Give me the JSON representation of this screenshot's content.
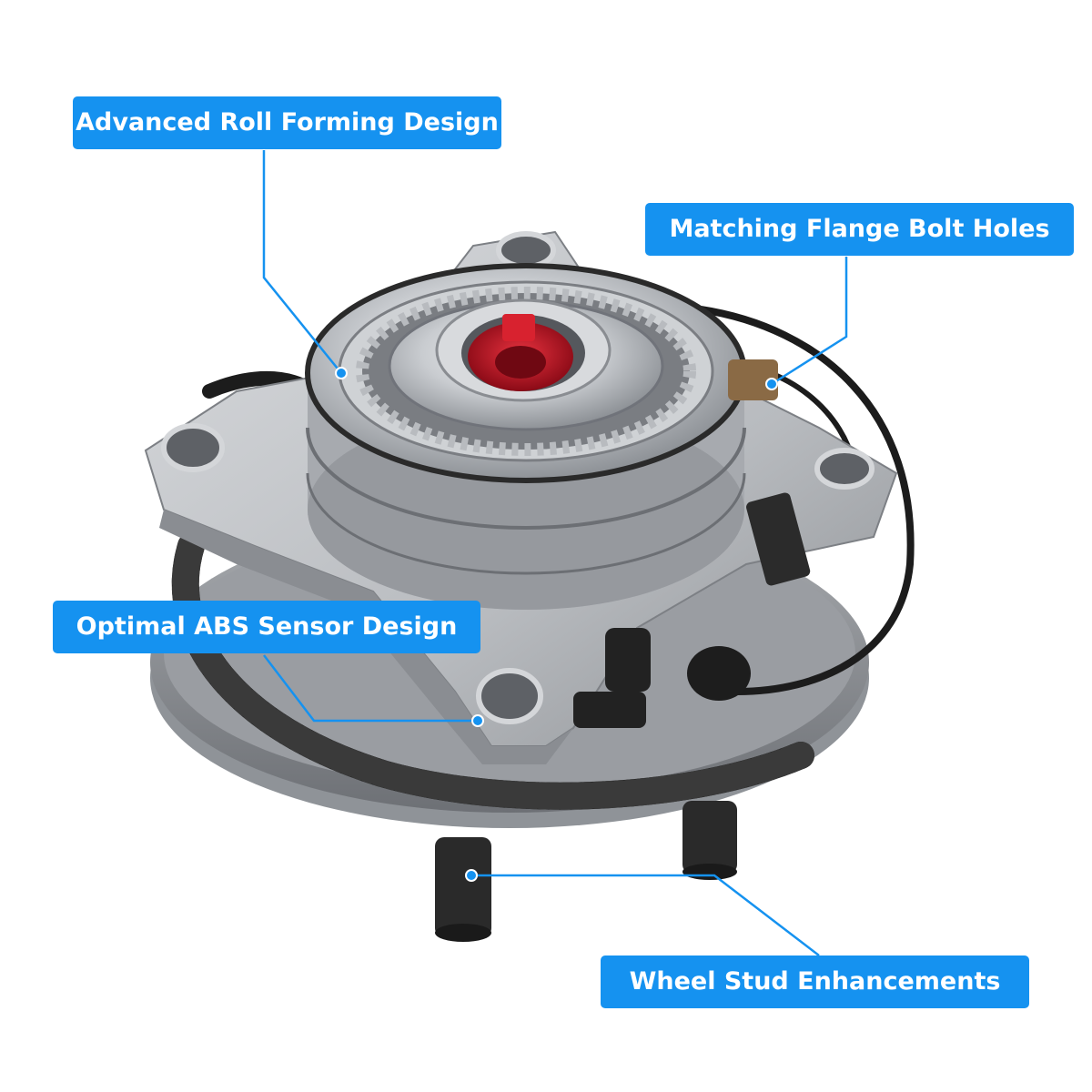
{
  "callouts": {
    "roll_forming": "Advanced Roll Forming Design",
    "flange_bolts": "Matching Flange Bolt Holes",
    "abs_sensor": "Optimal ABS Sensor Design",
    "wheel_stud": "Wheel Stud Enhancements"
  },
  "colors": {
    "callout_bg": "#1592f0",
    "leader_line": "#1592f0",
    "hub_metal": "#c5c8cc",
    "dust_cap": "#c8102e",
    "cable": "#1c1c1c"
  },
  "subject": "wheel-hub-bearing-assembly"
}
